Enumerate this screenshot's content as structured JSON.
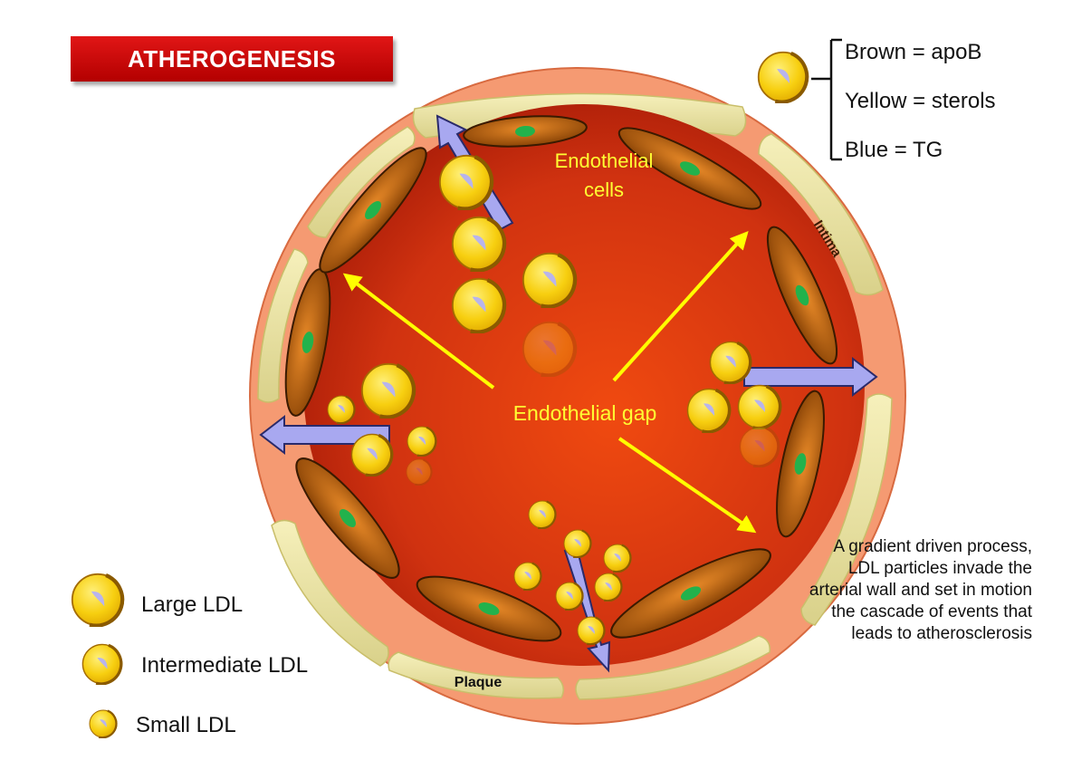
{
  "title": "ATHEROGENESIS",
  "labels": {
    "endothelial_cells": [
      "Endothelial",
      "cells"
    ],
    "endothelial_gap": "Endothelial gap",
    "intima": "Intima",
    "plaque": "Plaque"
  },
  "key": {
    "items": [
      "Brown = apoB",
      "Yellow = sterols",
      "Blue = TG"
    ]
  },
  "legend": {
    "large": "Large LDL",
    "intermediate": "Intermediate LDL",
    "small": "Small LDL"
  },
  "description": "A gradient driven process, LDL particles invade the arterial wall and set in motion the cascade of events that leads to atherosclerosis",
  "colors": {
    "banner": "#d10e0e",
    "lumen": "#d83a10",
    "vessel_wall": "#f59a72",
    "plaque_band": "#f1eaa6",
    "endothelial_cell": "#b85c0a",
    "nucleus": "#22b24c",
    "particle_core": "#f7cf10",
    "particle_shell": "#8a5a00",
    "triglyceride": "#b8b4ec",
    "flow_arrow": "#ffff00",
    "invasion_arrow": "#a8a8f0",
    "label_yellow": "#ffff33"
  }
}
